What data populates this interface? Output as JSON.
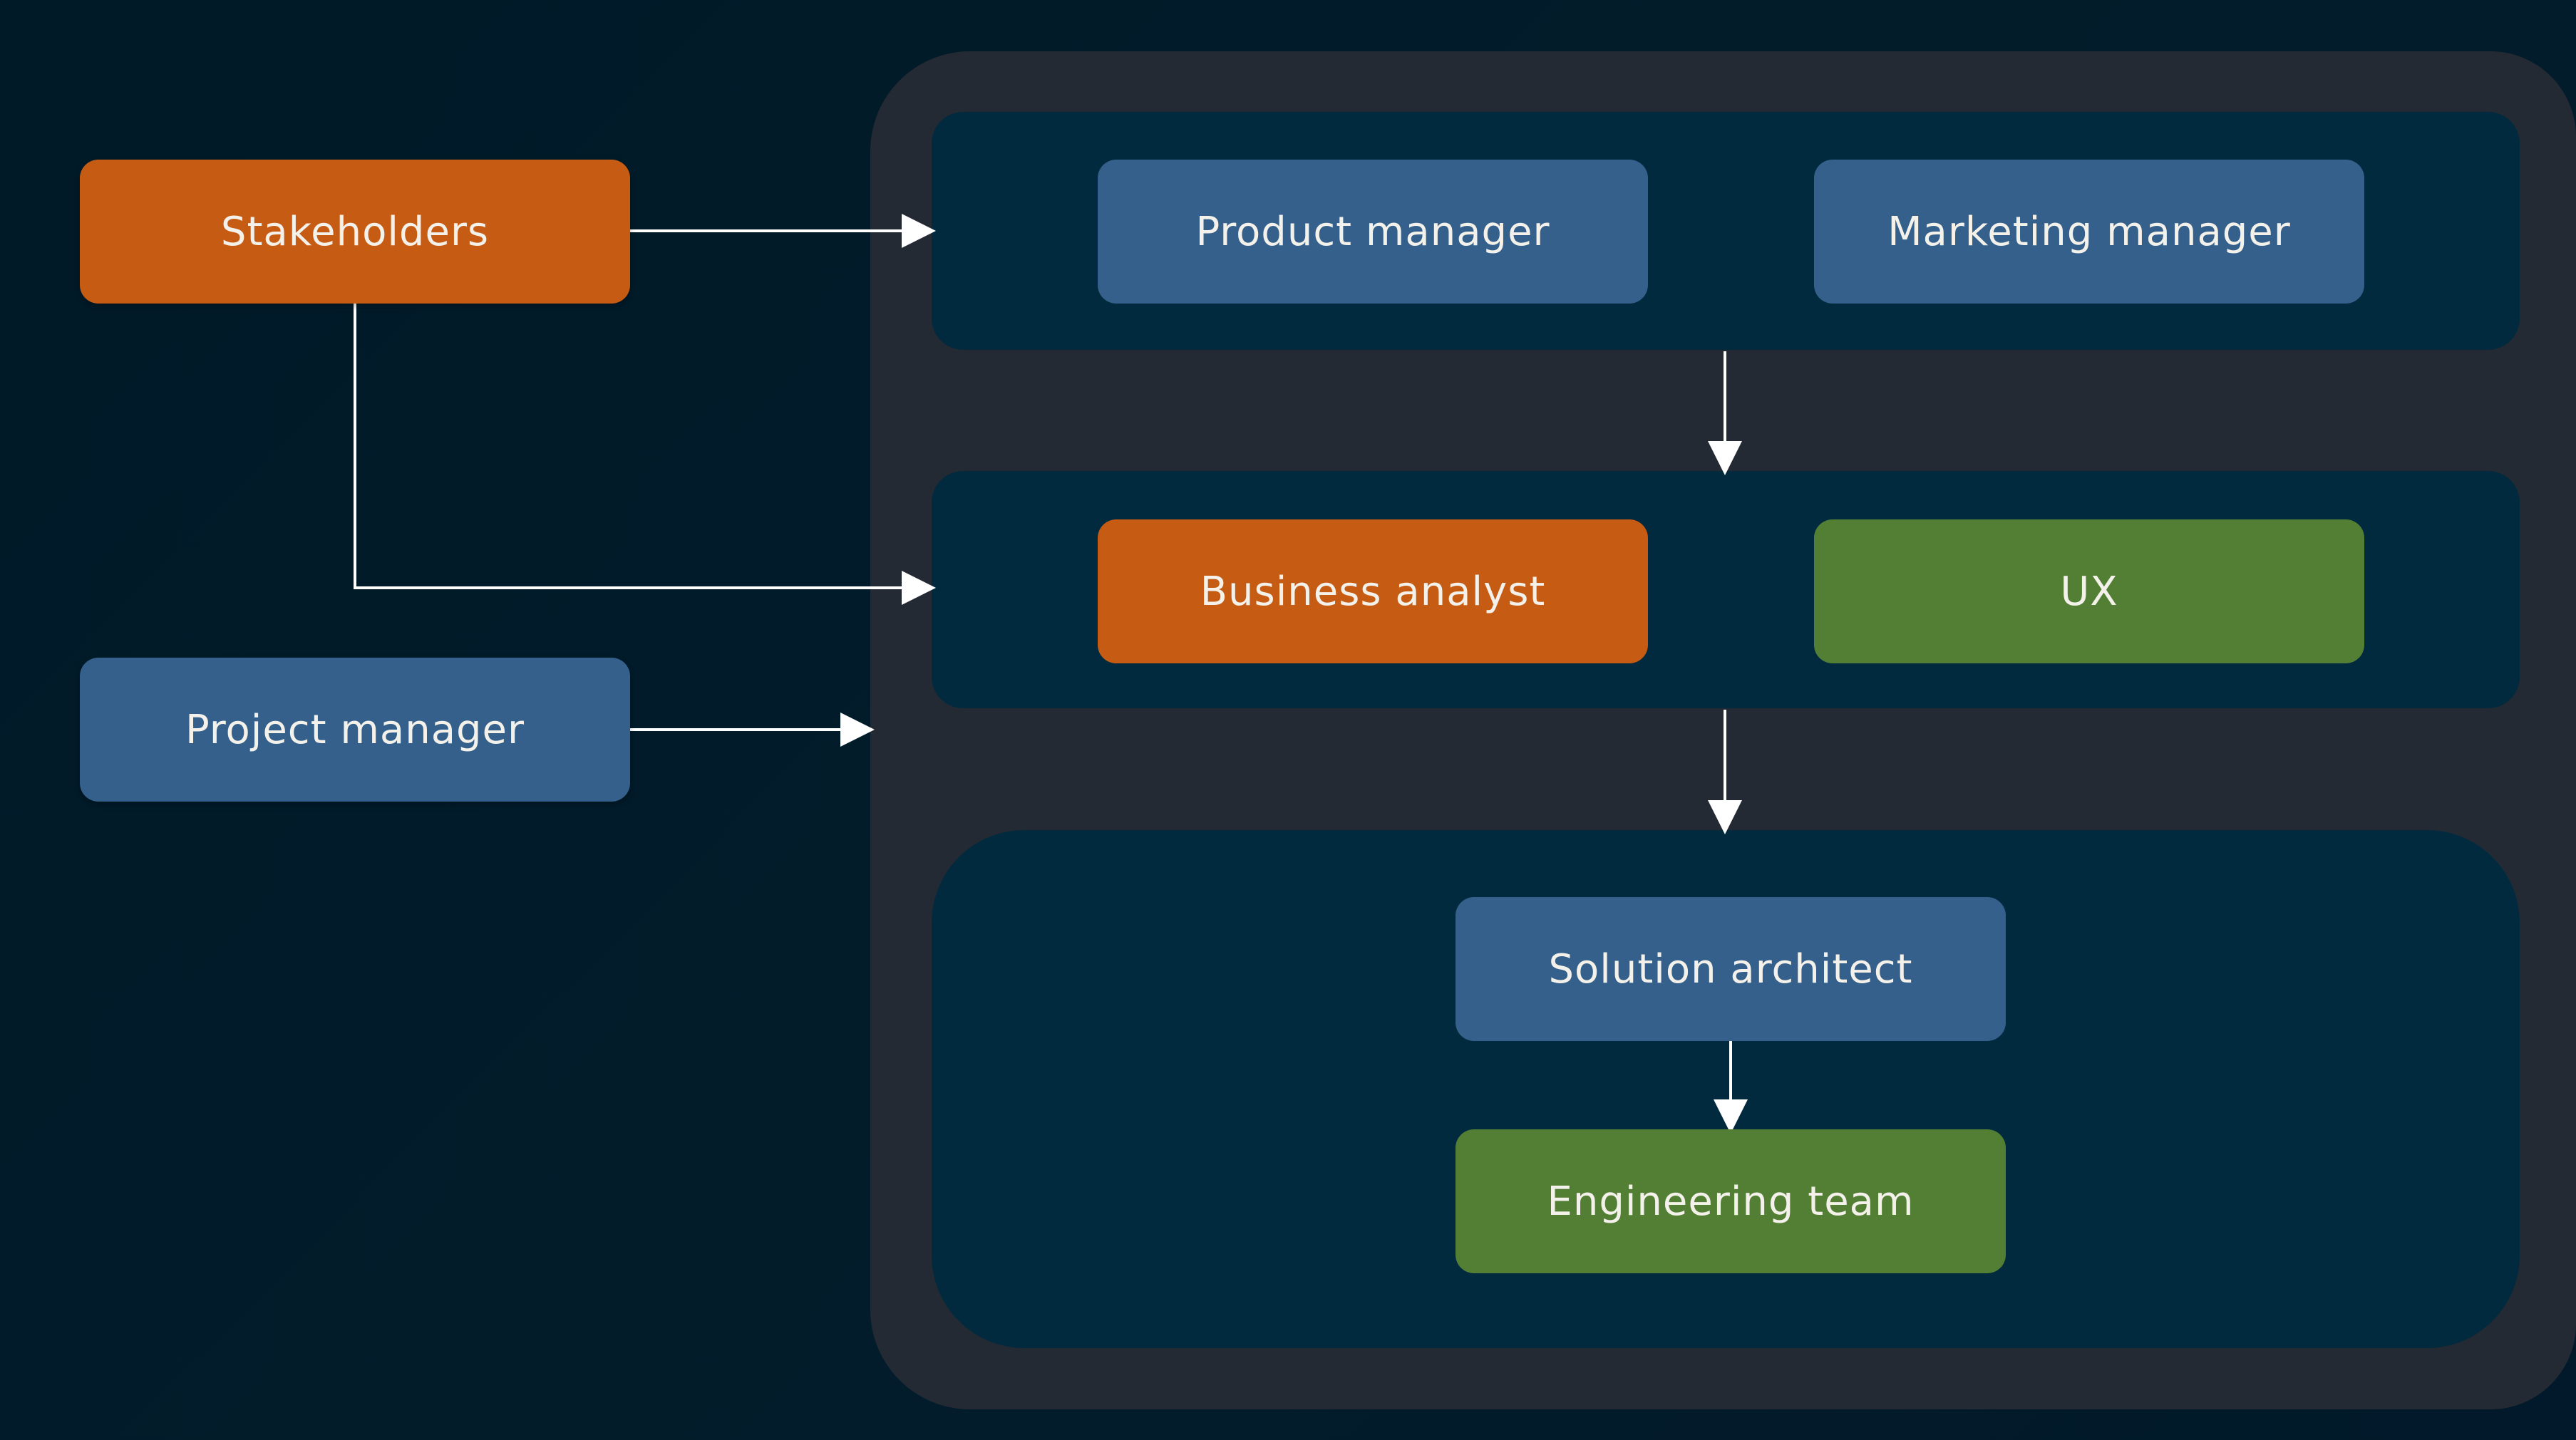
{
  "diagram": {
    "nodes": {
      "stakeholders": "Stakeholders",
      "project_manager": "Project manager",
      "product_manager": "Product manager",
      "marketing_manager": "Marketing manager",
      "business_analyst": "Business analyst",
      "ux": "UX",
      "solution_architect": "Solution architect",
      "engineering_team": "Engineering team"
    },
    "colors": {
      "background": "#011a28",
      "outer_panel": "#242a34",
      "lane": "#022a3f",
      "blue_node": "#34608b",
      "orange_node": "#c65b13",
      "green_node": "#537f35",
      "text": "#f3f1ea",
      "connector": "#ffffff"
    }
  }
}
